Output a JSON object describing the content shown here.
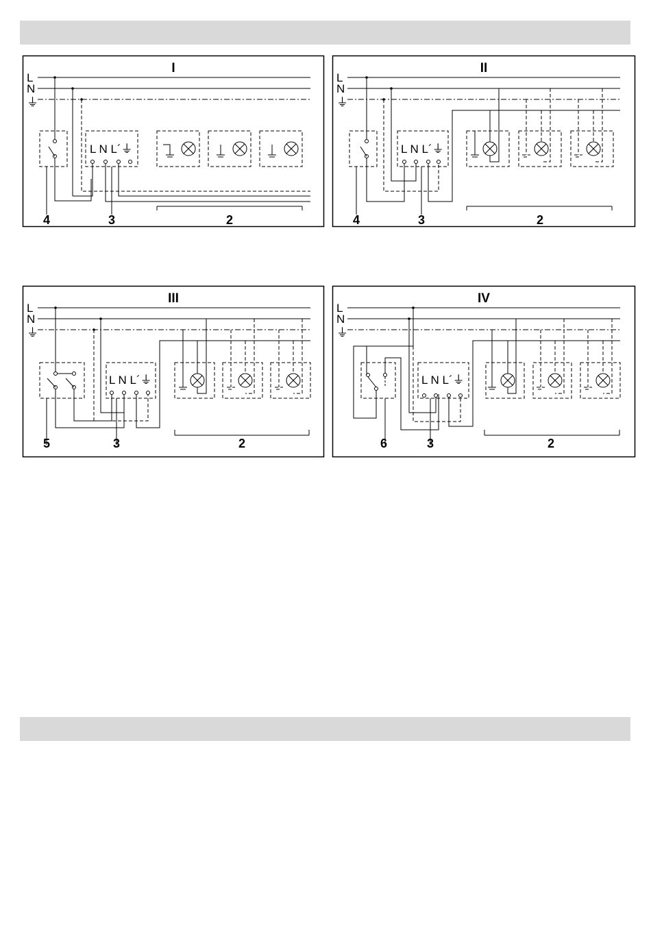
{
  "panels": [
    {
      "title": "I",
      "rails": [
        "L",
        "N",
        "⏚"
      ],
      "terminals": "L N L´⏚",
      "labels": [
        "4",
        "3",
        "2"
      ]
    },
    {
      "title": "II",
      "rails": [
        "L",
        "N",
        "⏚"
      ],
      "terminals": "L N L´⏚",
      "labels": [
        "4",
        "3",
        "2"
      ]
    },
    {
      "title": "III",
      "rails": [
        "L",
        "N",
        "⏚"
      ],
      "terminals": "L N L´⏚",
      "labels": [
        "5",
        "3",
        "2"
      ]
    },
    {
      "title": "IV",
      "rails": [
        "L",
        "N",
        "⏚"
      ],
      "terminals": "L N L´⏚",
      "labels": [
        "6",
        "3",
        "2"
      ]
    }
  ]
}
